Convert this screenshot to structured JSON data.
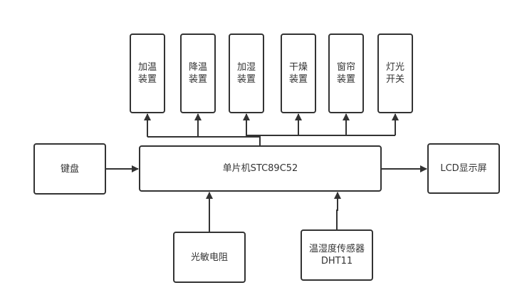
{
  "nodes": {
    "heating": "加温\n装置",
    "cooling": "降温\n装置",
    "humidifier": "加湿\n装置",
    "dryer": "干燥\n装置",
    "curtain": "窗帘\n装置",
    "light_switch": "灯光\n开关",
    "keyboard": "键盘",
    "mcu": "单片机STC89C52",
    "lcd": "LCD显示屏",
    "photoresistor": "光敏电阻",
    "temp_humidity_sensor": "温湿度传感器\nDHT11"
  },
  "colors": {
    "stroke": "#333333",
    "background": "#ffffff"
  }
}
